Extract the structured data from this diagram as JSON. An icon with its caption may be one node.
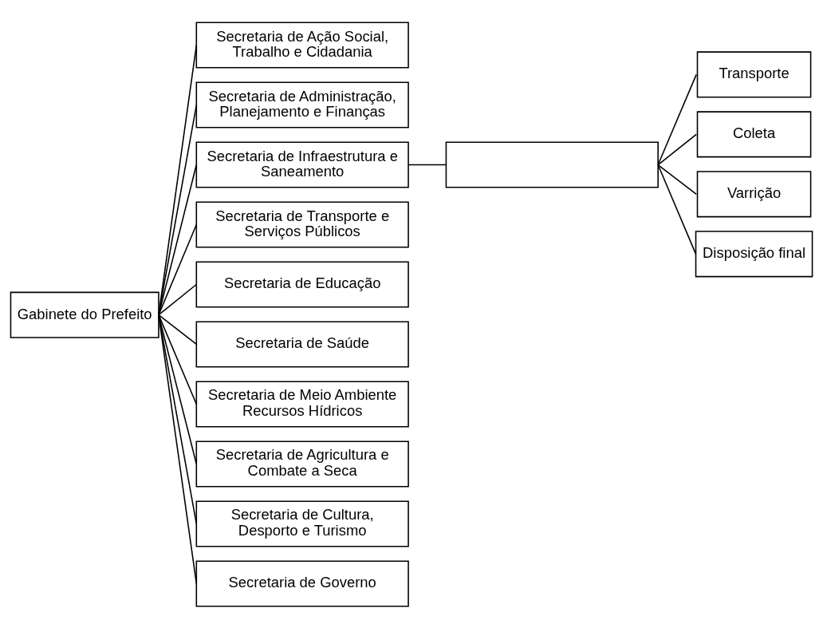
{
  "diagram": {
    "nodes": [
      {
        "text": [
          "Gabinete do Prefeito"
        ]
      },
      {
        "text": [
          "Secretaria de Ação Social, Trabalho e Cidadania"
        ]
      },
      {
        "text": [
          "Secretaria de Administração, Planejamento e Finanças"
        ]
      },
      {
        "text": [
          "Secretaria de Infraestrutura e Saneamento"
        ]
      },
      {
        "text": [
          "Secretaria de Transporte e Serviços Públicos"
        ]
      },
      {
        "text": [
          "Secretaria de Educação"
        ]
      },
      {
        "text": [
          "Secretaria de Saúde"
        ]
      },
      {
        "text": [
          "Secretaria de Meio Ambiente Recursos Hídricos"
        ]
      },
      {
        "text": [
          "Secretaria de Agricultura e Combate a Seca"
        ]
      },
      {
        "text": [
          "Secretaria de Cultura, Desporto e Turismo"
        ]
      },
      {
        "text": [
          "Secretaria de Governo"
        ]
      },
      {
        "text": [],
        "shape": "box"
      },
      {
        "text": [
          "Transporte"
        ]
      },
      {
        "text": [
          "Coleta"
        ]
      },
      {
        "text": [
          "Varrição"
        ]
      },
      {
        "text": [
          "Disposição final"
        ]
      }
    ],
    "edges": [
      {
        "from": 0,
        "to": 1,
        "arrow": "none"
      },
      {
        "from": 0,
        "to": 2,
        "arrow": "none"
      },
      {
        "from": 0,
        "to": 3,
        "arrow": "none"
      },
      {
        "from": 0,
        "to": 4,
        "arrow": "none"
      },
      {
        "from": 0,
        "to": 5,
        "arrow": "none"
      },
      {
        "from": 0,
        "to": 6,
        "arrow": "none"
      },
      {
        "from": 0,
        "to": 7,
        "arrow": "none"
      },
      {
        "from": 0,
        "to": 8,
        "arrow": "none"
      },
      {
        "from": 0,
        "to": 9,
        "arrow": "none"
      },
      {
        "from": 0,
        "to": 10,
        "arrow": "none"
      },
      {
        "from": 3,
        "to": 11,
        "arrow": "none"
      },
      {
        "from": 11,
        "to": 12,
        "arrow": "none"
      },
      {
        "from": 11,
        "to": 13,
        "arrow": "none"
      },
      {
        "from": 11,
        "to": 14,
        "arrow": "none"
      },
      {
        "from": 11,
        "to": 15,
        "arrow": "none"
      }
    ]
  }
}
